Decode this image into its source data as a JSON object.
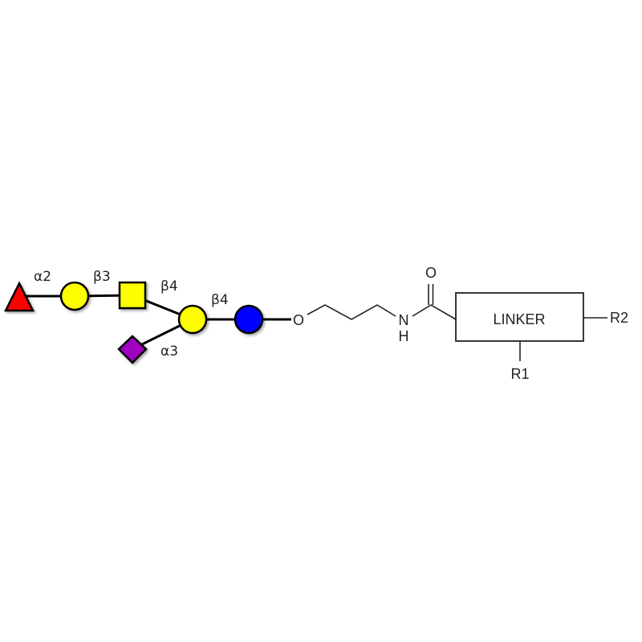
{
  "glycan": {
    "residues": [
      {
        "name": "fucose",
        "shape": "triangle",
        "color": "#ff0000"
      },
      {
        "name": "galactose-1",
        "shape": "circle",
        "color": "#ffff00"
      },
      {
        "name": "galnac",
        "shape": "square",
        "color": "#ffff00"
      },
      {
        "name": "galactose-2",
        "shape": "circle",
        "color": "#ffff00"
      },
      {
        "name": "neu5ac",
        "shape": "diamond",
        "color": "#a000c0"
      },
      {
        "name": "glucose",
        "shape": "circle",
        "color": "#0000ff"
      }
    ],
    "linkages": {
      "fuc_gal": "α2",
      "gal_galnac": "β3",
      "galnac_gal": "β4",
      "gal_glc": "β4",
      "neu5ac_gal": "α3"
    }
  },
  "spacer": {
    "oxygen": "O",
    "nitrogen": "N",
    "hydrogen": "H",
    "carbonyl_oxygen": "O"
  },
  "linker": {
    "label": "LINKER",
    "r1": "R1",
    "r2": "R2"
  }
}
